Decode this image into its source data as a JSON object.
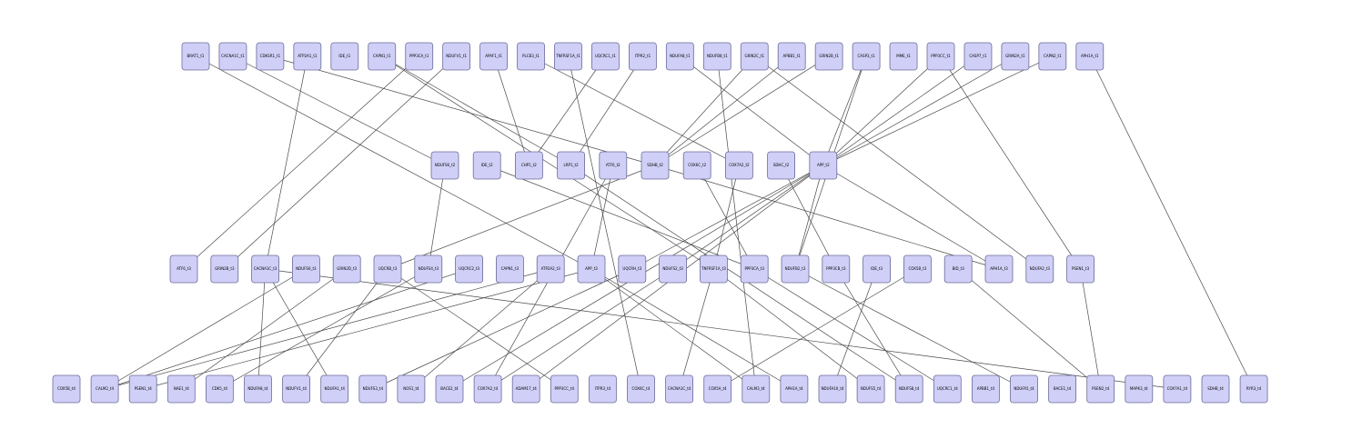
{
  "graph": {
    "rows": [
      {
        "id": "r1",
        "nodes": [
          "BRAT1_t1",
          "CACNA1C_t1",
          "CDKSR1_t1",
          "ATP2A1_t1",
          "IDE_t1",
          "CAPN1_t1",
          "PPP3CA_t1",
          "NDUFV1_t1",
          "APAF1_t1",
          "PLCB3_t1",
          "TNFRSF1A_t1",
          "UQCRC1_t1",
          "ITPR2_t1",
          "NDUFA8_t1",
          "NDUFB8_t1",
          "GRIN2C_t1",
          "APBB1_t1",
          "GRIN2B_t1",
          "CASP3_t1",
          "MME_t1",
          "PPP3CC_t1",
          "CASP7_t1",
          "GRIN2A_t1",
          "CAPN2_t1",
          "APH1A_t1"
        ]
      },
      {
        "id": "r2",
        "nodes": [
          "NDUFS6_t2",
          "IDE_t2",
          "CHP1_t2",
          "LRP1_t2",
          "ATF6_t2",
          "SDHB_t2",
          "COX6C_t2",
          "COX7A2_t2",
          "SDHC_t2",
          "APP_t2"
        ]
      },
      {
        "id": "r3",
        "nodes": [
          "ATF6_t3",
          "GRIN2B_t3",
          "CACNA1C_t3",
          "NDUFS6_t3",
          "GRIN2D_t3",
          "UQCRB_t3",
          "NDUFS4_t3",
          "UQCRC2_t3",
          "CAPN1_t3",
          "ATP2A2_t3",
          "APP_t3",
          "UQCRH_t3",
          "NDUFS2_t3",
          "TNFRSF1A_t3",
          "PPP3CA_t3",
          "NDUFB2_t3",
          "PPP3CB_t3",
          "IDE_t3",
          "COX5B_t3",
          "BID_t3",
          "APH1A_t3",
          "NDUFA2_t3",
          "PSEN1_t3"
        ]
      },
      {
        "id": "r4",
        "nodes": [
          "COX5B_t4",
          "CALM2_t4",
          "PSEN1_t4",
          "NAE1_t4",
          "CDK5_t4",
          "NDUFA8_t4",
          "NDUFV1_t4",
          "NDUFA1_t4",
          "NDUFS3_t4",
          "NOS1_t4",
          "BACE2_t4",
          "COX7A2_t4",
          "ADAM17_t4",
          "PPP3CC_t4",
          "ITPR3_t4",
          "COX6C_t4",
          "CACNA1C_t4",
          "COX5A_t4",
          "CALM3_t4",
          "APH1A_t4",
          "NDUFA10_t4",
          "NDUFS5_t4",
          "NDUFS8_t4",
          "UQCRC1_t4",
          "APBB1_t4",
          "NDUFA5_t4",
          "BACE1_t4",
          "PSEN2_t4",
          "MAPK3_t4",
          "COX7A1_t4",
          "SDHB_t4",
          "RYR3_t4"
        ]
      }
    ],
    "edges": [
      [
        "BRAT1_t1",
        "APP_t3"
      ],
      [
        "CACNA1C_t1",
        "NDUFS6_t2"
      ],
      [
        "CDKSR1_t1",
        "SDHB_t2"
      ],
      [
        "ATP2A1_t1",
        "CACNA1C_t3"
      ],
      [
        "CAPN1_t1",
        "LRP1_t2"
      ],
      [
        "CAPN1_t1",
        "TNFRSF1A_t3"
      ],
      [
        "PPP3CA_t1",
        "ATF6_t3"
      ],
      [
        "NDUFV1_t1",
        "GRIN2B_t3"
      ],
      [
        "APAF1_t1",
        "CHP1_t2"
      ],
      [
        "PLCB3_t1",
        "COX7A2_t2"
      ],
      [
        "TNFRSF1A_t1",
        "COX6C_t4"
      ],
      [
        "UQCRC1_t1",
        "CHP1_t2"
      ],
      [
        "ITPR2_t1",
        "LRP1_t2"
      ],
      [
        "NDUFA8_t1",
        "APP_t2"
      ],
      [
        "NDUFB8_t1",
        "CALM3_t4"
      ],
      [
        "GRIN2C_t1",
        "SDHB_t2"
      ],
      [
        "GRIN2C_t1",
        "NDUFA2_t3"
      ],
      [
        "APBB1_t1",
        "SDHB_t2"
      ],
      [
        "GRIN2B_t1",
        "SDHB_t2"
      ],
      [
        "CASP3_t1",
        "APP_t2"
      ],
      [
        "CASP3_t1",
        "NDUFB2_t3"
      ],
      [
        "PPP3CC_t1",
        "APP_t2"
      ],
      [
        "PPP3CC_t1",
        "PSEN1_t3"
      ],
      [
        "CASP7_t1",
        "APP_t2"
      ],
      [
        "GRIN2A_t1",
        "APP_t2"
      ],
      [
        "CAPN2_t1",
        "APP_t2"
      ],
      [
        "APH1A_t1",
        "RYR3_t4"
      ],
      [
        "NDUFS6_t2",
        "NDUFS4_t3"
      ],
      [
        "IDE_t2",
        "PPP3CA_t3"
      ],
      [
        "LRP1_t2",
        "NDUFS8_t4"
      ],
      [
        "ATF6_t2",
        "APP_t3"
      ],
      [
        "ATF6_t2",
        "COX7A2_t4"
      ],
      [
        "SDHB_t2",
        "UQCRB_t3"
      ],
      [
        "SDHB_t2",
        "APH1A_t3"
      ],
      [
        "COX6C_t2",
        "PPP3CA_t3"
      ],
      [
        "COX7A2_t2",
        "TNFRSF1A_t3"
      ],
      [
        "SDHC_t2",
        "PPP3CB_t3"
      ],
      [
        "APP_t2",
        "APH1A_t3"
      ],
      [
        "APP_t2",
        "ADAM17_t4"
      ],
      [
        "APP_t2",
        "UQCRH_t3"
      ],
      [
        "APP_t2",
        "NDUFS2_t3"
      ],
      [
        "APP_t2",
        "NDUFB2_t3"
      ],
      [
        "APP_t2",
        "BACE2_t4"
      ],
      [
        "CACNA1C_t3",
        "NDUFA8_t4"
      ],
      [
        "CACNA1C_t3",
        "NDUFA1_t4"
      ],
      [
        "NDUFS6_t3",
        "CALM2_t4"
      ],
      [
        "GRIN2D_t3",
        "NAE1_t4"
      ],
      [
        "UQCRB_t3",
        "NDUFV1_t4"
      ],
      [
        "UQCRB_t3",
        "PPP3CC_t4"
      ],
      [
        "NDUFS4_t3",
        "CDK5_t4"
      ],
      [
        "UQCRC2_t3",
        "CALM2_t4"
      ],
      [
        "ATP2A2_t3",
        "CALM2_t4"
      ],
      [
        "ATP2A2_t3",
        "NOS1_t4"
      ],
      [
        "APP_t3",
        "PSEN1_t4"
      ],
      [
        "APP_t3",
        "CALM3_t4"
      ],
      [
        "APP_t3",
        "APH1A_t4"
      ],
      [
        "UQCRH_t3",
        "NDUFS3_t4"
      ],
      [
        "NDUFS2_t3",
        "COX7A2_t4"
      ],
      [
        "TNFRSF1A_t3",
        "CACNA1C_t4"
      ],
      [
        "TNFRSF1A_t3",
        "NDUFS5_t4"
      ],
      [
        "PPP3CA_t3",
        "UQCRC1_t4"
      ],
      [
        "NDUFB2_t3",
        "NDUFA5_t4"
      ],
      [
        "PPP3CB_t3",
        "NDUFS8_t4"
      ],
      [
        "IDE_t3",
        "NDUFA10_t4"
      ],
      [
        "COX5B_t3",
        "COX5A_t4"
      ],
      [
        "BID_t3",
        "PSEN2_t4"
      ],
      [
        "PSEN1_t3",
        "PSEN2_t4"
      ],
      [
        "CACNA1C_t3",
        "COX7A1_t4"
      ]
    ]
  }
}
